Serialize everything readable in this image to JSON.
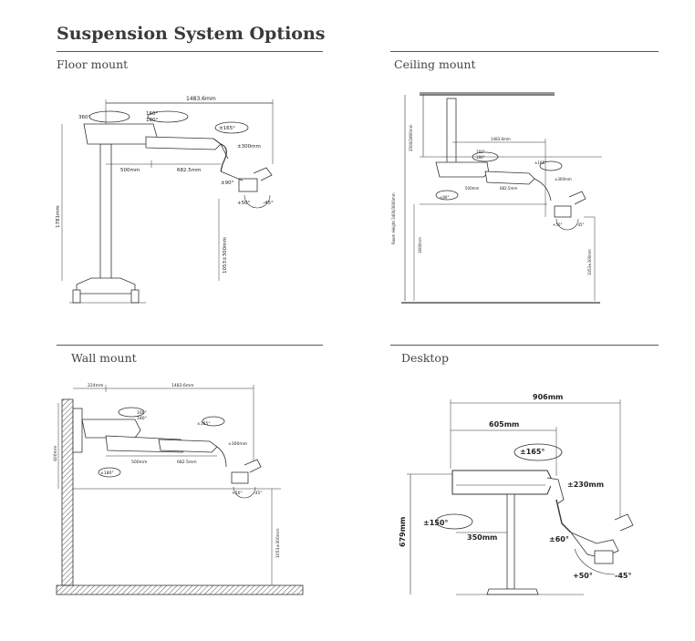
{
  "title": "Suspension System Options",
  "panels": {
    "floor": {
      "label": "Floor mount",
      "dims": {
        "width_total": "1483.6mm",
        "rot_left": "360°",
        "rot_arm_a": "160°",
        "rot_arm_b": "180°",
        "tilt": "±165°",
        "vertical": "±300mm",
        "seg1": "500mm",
        "seg2": "682.5mm",
        "head_pm": "±90°",
        "plus50": "+50°",
        "minus45": "-45°",
        "total_height": "1781mm",
        "working_height": "1053±300mm"
      }
    },
    "ceiling": {
      "label": "Ceiling mount",
      "dims": {
        "ceiling_height": "Room Height 3400/3600mm",
        "column": "2500/2800mm",
        "width_total": "1483.6mm",
        "rot_a": "160°",
        "rot_b": "180°",
        "tilt": "±165°",
        "vertical": "±300mm",
        "seg1": "500mm",
        "seg2": "682.5mm",
        "head_pm": "±90°",
        "plus50": "+50°",
        "minus45": "-45°",
        "lower_height": "1600mm",
        "working_height": "1053±300mm"
      }
    },
    "wall": {
      "label": "Wall mount",
      "dims": {
        "offset": "224mm",
        "width_total": "1483.6mm",
        "rot_a": "160°",
        "rot_b": "180°",
        "tilt": "±165°",
        "vertical": "±300mm",
        "seg1": "500mm",
        "seg2": "682.5mm",
        "wall_rot": "±180°",
        "bracket_height": "400mm",
        "plus50": "+50°",
        "minus45": "-45°",
        "working_height": "1053±300mm"
      }
    },
    "desktop": {
      "label": "Desktop",
      "dims": {
        "width_total": "906mm",
        "seg": "605mm",
        "tilt": "±165°",
        "vertical": "±230mm",
        "rot": "±150°",
        "base": "350mm",
        "height": "679mm",
        "head_pm": "±60°",
        "plus50": "+50°",
        "minus45": "-45°"
      }
    }
  }
}
